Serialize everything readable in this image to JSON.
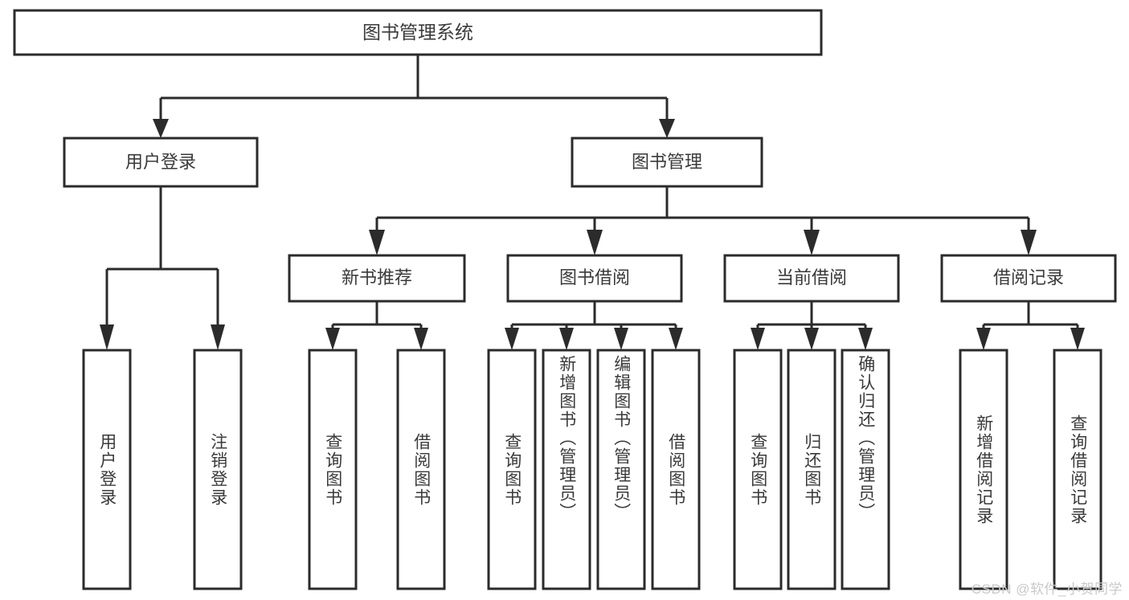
{
  "diagram": {
    "type": "tree-hierarchy",
    "title": "图书管理系统",
    "colors": {
      "stroke": "#2b2b2b",
      "box_fill": "#ffffff",
      "text": "#3a3a3a",
      "background": "#ffffff",
      "watermark": "#c9c9c9"
    },
    "root": {
      "label": "图书管理系统",
      "orientation": "horizontal"
    },
    "level2": [
      {
        "id": "user-login",
        "label": "用户登录",
        "orientation": "horizontal"
      },
      {
        "id": "book-manage",
        "label": "图书管理",
        "orientation": "horizontal"
      }
    ],
    "level3": [
      {
        "id": "new-book-recommend",
        "label": "新书推荐",
        "orientation": "horizontal",
        "parent": "book-manage"
      },
      {
        "id": "book-borrow",
        "label": "图书借阅",
        "orientation": "horizontal",
        "parent": "book-manage"
      },
      {
        "id": "current-borrow",
        "label": "当前借阅",
        "orientation": "horizontal",
        "parent": "book-manage"
      },
      {
        "id": "borrow-record",
        "label": "借阅记录",
        "orientation": "horizontal",
        "parent": "book-manage"
      }
    ],
    "leaves": [
      {
        "id": "leaf-user-login",
        "label": "用户登录",
        "parent": "user-login"
      },
      {
        "id": "leaf-logout-login",
        "label": "注销登录",
        "parent": "user-login"
      },
      {
        "id": "leaf-query-book-1",
        "label": "查询图书",
        "parent": "new-book-recommend"
      },
      {
        "id": "leaf-borrow-book-1",
        "label": "借阅图书",
        "parent": "new-book-recommend"
      },
      {
        "id": "leaf-query-book-2",
        "label": "查询图书",
        "parent": "book-borrow"
      },
      {
        "id": "leaf-add-book",
        "label": "新增图书（管理员）",
        "parent": "book-borrow"
      },
      {
        "id": "leaf-edit-book",
        "label": "编辑图书（管理员）",
        "parent": "book-borrow"
      },
      {
        "id": "leaf-borrow-book-2",
        "label": "借阅图书",
        "parent": "book-borrow"
      },
      {
        "id": "leaf-query-book-3",
        "label": "查询图书",
        "parent": "current-borrow"
      },
      {
        "id": "leaf-return-book",
        "label": "归还图书",
        "parent": "current-borrow"
      },
      {
        "id": "leaf-confirm-return",
        "label": "确认归还（管理员）",
        "parent": "current-borrow"
      },
      {
        "id": "leaf-add-record",
        "label": "新增借阅记录",
        "parent": "borrow-record"
      },
      {
        "id": "leaf-query-record",
        "label": "查询借阅记录",
        "parent": "borrow-record"
      }
    ]
  },
  "watermark": {
    "text": "CSDN @软件_小贺同学"
  }
}
